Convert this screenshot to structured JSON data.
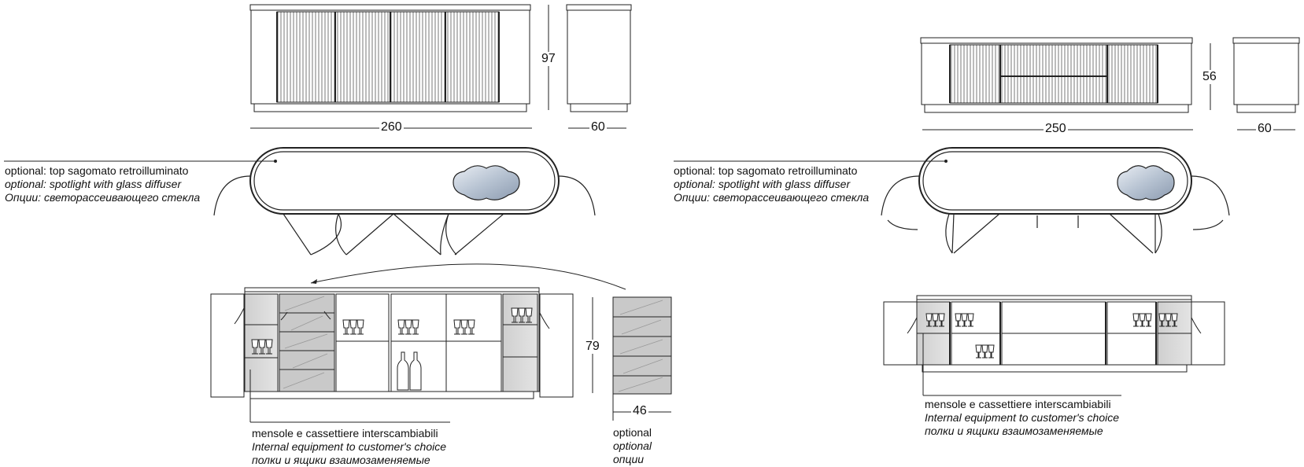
{
  "left_unit": {
    "width_dim": "260",
    "height_dim": "97",
    "depth_dim": "60",
    "optional_top": "optional: top sagomato retroilluminato",
    "optional_spotlight": "optional: spotlight with glass diffuser",
    "optional_spotlight_ru": "Опции: светорассеивающего стекла",
    "interior_height_dim": "79",
    "panel_depth_dim": "46",
    "shelves_it": "mensole e cassettiere interscambiabili",
    "shelves_en": "Internal equipment to customer's choice",
    "shelves_ru": "полки и ящики взаимозаменяемые",
    "optional_1": "optional",
    "optional_2": "optional",
    "optional_3": "опции"
  },
  "right_unit": {
    "width_dim": "250",
    "height_dim": "56",
    "depth_dim": "60",
    "optional_top": "optional: top sagomato retroilluminato",
    "optional_spotlight": "optional: spotlight with glass diffuser",
    "optional_spotlight_ru": "Опции: светорассеивающего стекла",
    "shelves_it": "mensole e cassettiere interscambiabili",
    "shelves_en": "Internal equipment to customer's choice",
    "shelves_ru": "полки и ящики взаимозаменяемые"
  }
}
